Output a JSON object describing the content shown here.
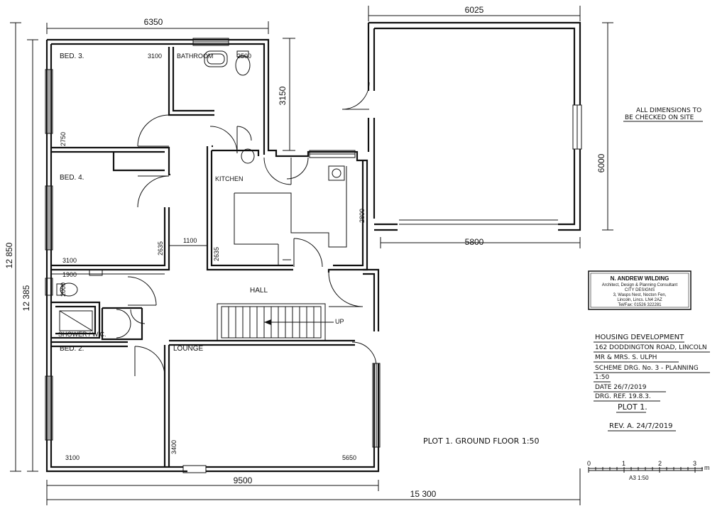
{
  "dimensions": {
    "top_left": "6350",
    "top_right": "6025",
    "garage_depth": "3150",
    "garage_height": "6000",
    "garage_width": "5800",
    "overall_height": "12 850",
    "inner_height": "12 385",
    "bottom_width": "9500",
    "overall_width": "15 300",
    "bed3_w": "3100",
    "bed3_h": "2750",
    "bathroom_w": "2500",
    "kitchen_h": "2800",
    "kitchen_h2": "2635",
    "bed4_w": "3100",
    "bed4_h": "2635",
    "hall_gap": "1100",
    "wc_w": "1900",
    "wc_h": "2000",
    "bed2_w": "3100",
    "lounge_w": "5650",
    "lounge_h": "3400"
  },
  "rooms": {
    "bed3": "BED. 3.",
    "bathroom": "BATHROOM",
    "kitchen": "KITCHEN",
    "bed4": "BED. 4.",
    "hall": "HALL",
    "shower": "SHOWER / W.C.",
    "bed2": "BED. 2.",
    "lounge": "LOUNGE",
    "stair_up": "UP"
  },
  "notes": {
    "check_line1": "ALL DIMENSIONS TO",
    "check_line2": "BE CHECKED ON SITE",
    "plan_title": "PLOT 1. GROUND FLOOR 1:50"
  },
  "stamp": {
    "name": "N. ANDREW WILDING",
    "line1": "Architect, Design & Planning Consultant",
    "line2": "CITY DESIGNS",
    "line3": "3, Wasps Nest, Nocton Fen,",
    "line4": "Lincoln, Lincs. LN4 2AZ",
    "line5": "Tel/Fax: 01526 322281"
  },
  "title_block": {
    "l1": "HOUSING DEVELOPMENT",
    "l2": "162 DODDINGTON ROAD, LINCOLN",
    "l3": "MR & MRS. S. ULPH",
    "l4": "SCHEME DRG. No. 3 - PLANNING",
    "l5": "1:50",
    "l6": "DATE 26/7/2019",
    "l7": "DRG. REF. 19.8.3.",
    "plot": "PLOT 1.",
    "rev": "REV. A. 24/7/2019"
  },
  "scale_bar": {
    "t0": "0",
    "t1": "1",
    "t2": "2",
    "t3": "3",
    "unit": "m",
    "caption": "A3 1:50"
  }
}
